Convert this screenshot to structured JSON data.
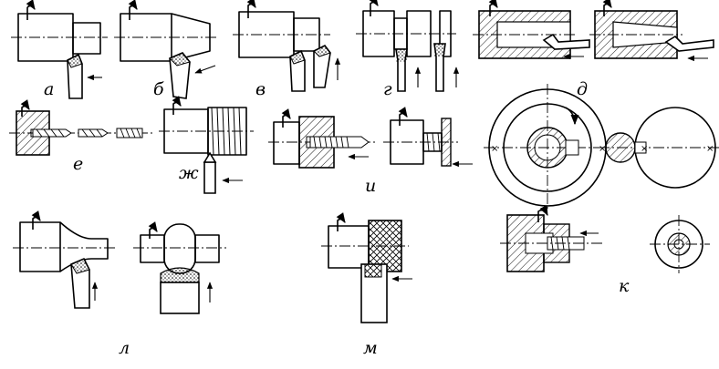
{
  "labels": {
    "a": "а",
    "b": "б",
    "v": "в",
    "g": "г",
    "d": "д",
    "e": "е",
    "zh": "ж",
    "i": "и",
    "k": "к",
    "l": "л",
    "m": "м"
  }
}
